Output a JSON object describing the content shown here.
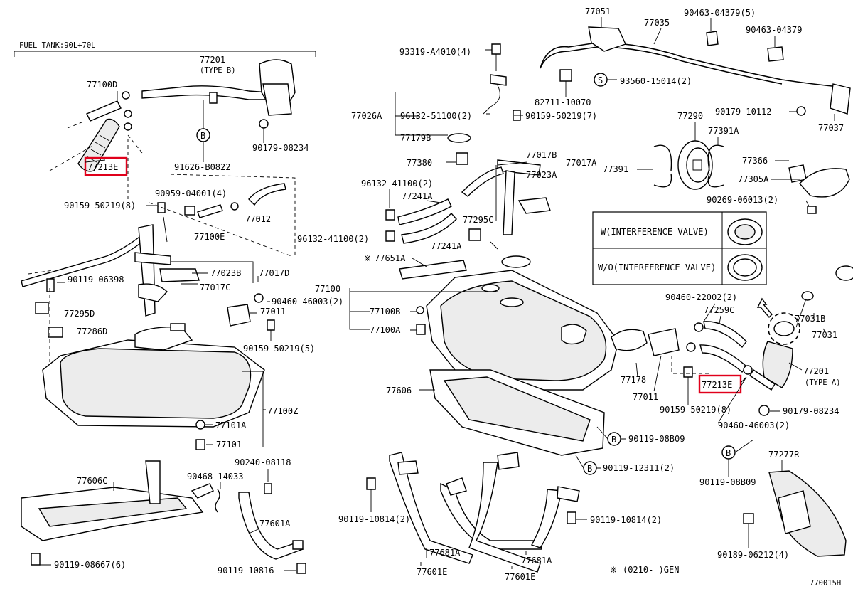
{
  "diagram": {
    "header": "FUEL TANK:90L+70L",
    "footer_note_symbol": "※",
    "footer_note": "(0210-    )GEN",
    "diagram_id": "770015H",
    "inset": {
      "row1": "W(INTERFERENCE VALVE)",
      "row2": "W/O(INTERFERENCE VALVE)"
    },
    "callouts": {
      "B": "B",
      "S": "S"
    },
    "labels": {
      "p77100D": "77100D",
      "p77201_left": "77201",
      "p77201_left_type": "(TYPE B)",
      "p77213E_left": "77213E",
      "p91626": "91626-B0822",
      "p90179_08234_top": "90179-08234",
      "p90959": "90959-04001(4)",
      "p90159_50219_8_left": "90159-50219(8)",
      "p77012": "77012",
      "p77100E": "77100E",
      "p96132_41100_2_left": "96132-41100(2)",
      "p77023B": "77023B",
      "p77017D": "77017D",
      "p77017C": "77017C",
      "p90119_06398": "90119-06398",
      "p90460_46003_2_left": "90460-46003(2)",
      "p77011_left": "77011",
      "p77295D": "77295D",
      "p77286D": "77286D",
      "p90159_50219_5": "90159-50219(5)",
      "p77100Z": "77100Z",
      "p77101A": "77101A",
      "p77101": "77101",
      "p77606C": "77606C",
      "p90240": "90240-08118",
      "p90468": "90468-14033",
      "p77601A": "77601A",
      "p90119_08667": "90119-08667(6)",
      "p90119_10816": "90119-10816",
      "p93319": "93319-A4010(4)",
      "p77026A": "77026A",
      "p96132_51100": "96132-51100(2)",
      "p77179B": "77179B",
      "p77380": "77380",
      "p96132_41100_2_mid": "96132-41100(2)",
      "p77241A_top": "77241A",
      "p77241A_bot": "77241A",
      "p77651A": "77651A",
      "p77651A_mark": "※",
      "p77100": "77100",
      "p77100B": "77100B",
      "p77100A": "77100A",
      "p77606": "77606",
      "p90119_10814_left": "90119-10814(2)",
      "p77681A_left": "77681A",
      "p77601E_left": "77601E",
      "p77681A_right": "77681A",
      "p77601E_right": "77601E",
      "p90119_10814_right": "90119-10814(2)",
      "p77051": "77051",
      "p77035": "77035",
      "p90463_04379_5": "90463-04379(5)",
      "p90463_04379": "90463-04379",
      "p82711": "82711-10070",
      "p93560": "93560-15014(2)",
      "p90159_50219_7": "90159-50219(7)",
      "p77017B": "77017B",
      "p77023A": "77023A",
      "p77017A": "77017A",
      "p77295C": "77295C",
      "p77290": "77290",
      "p77391A": "77391A",
      "p77391": "77391",
      "p90179_10112": "90179-10112",
      "p77037": "77037",
      "p77366": "77366",
      "p77305A": "77305A",
      "p90269": "90269-06013(2)",
      "p90460_22002": "90460-22002(2)",
      "p77259C": "77259C",
      "p77031B": "77031B",
      "p77031": "77031",
      "p77178": "77178",
      "p77011_right": "77011",
      "p77213E_right": "77213E",
      "p90159_50219_8_right": "90159-50219(8)",
      "p77201_right": "77201",
      "p77201_right_type": "(TYPE A)",
      "p90179_08234_right": "90179-08234",
      "p90460_46003_2_right": "90460-46003(2)",
      "p90119_08B09_top": "90119-08B09",
      "p90119_12311": "90119-12311(2)",
      "p90119_08B09_bot": "90119-08B09",
      "p77277R": "77277R",
      "p90189": "90189-06212(4)"
    },
    "highlight_color": "#e0001b",
    "line_color": "#000000"
  }
}
